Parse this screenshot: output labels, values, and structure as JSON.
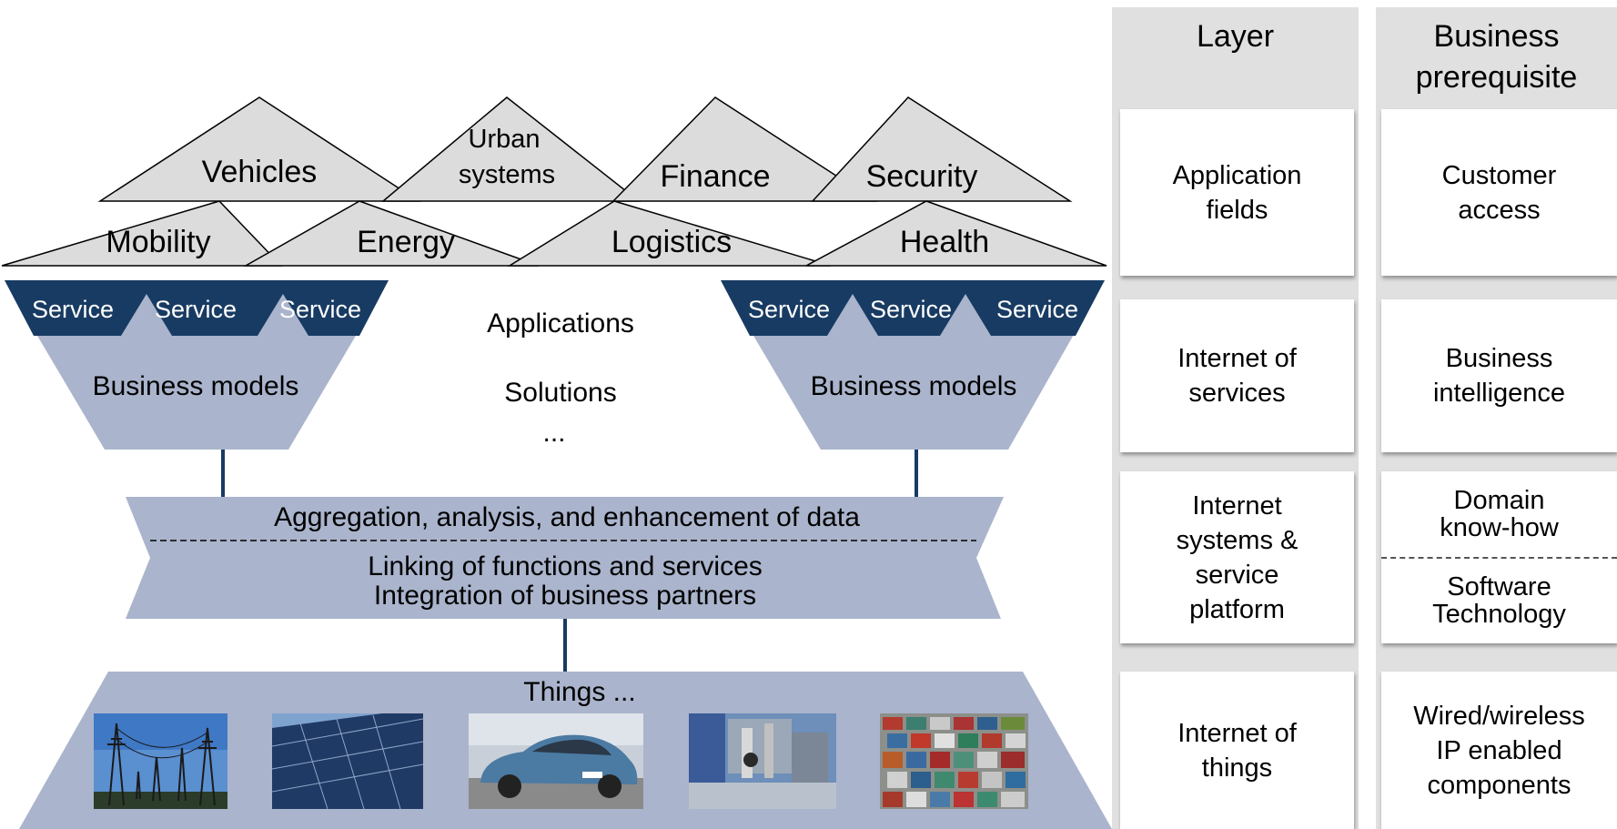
{
  "colors": {
    "triangle_fill": "#dcdcdc",
    "navy": "#183b63",
    "slate_blue": "#aab4cc",
    "column_bg": "#e0e0e0",
    "connector": "#183b63"
  },
  "application_fields": [
    "Vehicles",
    "Urban systems",
    "Finance",
    "Security",
    "Mobility",
    "Energy",
    "Logistics",
    "Health"
  ],
  "left_model": {
    "services": [
      "Service",
      "Service",
      "Service"
    ],
    "label": "Business models"
  },
  "right_model": {
    "services": [
      "Service",
      "Service",
      "Service"
    ],
    "label": "Business models"
  },
  "center": {
    "applications": "Applications",
    "solutions": "Solutions",
    "ellipsis": "..."
  },
  "platform": {
    "top": "Aggregation, analysis, and enhancement of data",
    "bottom_line1": "Linking of functions and services",
    "bottom_line2": "Integration of business partners"
  },
  "things": {
    "title": "Things ...",
    "photos": [
      "power-lines-photo",
      "solar-panels-photo",
      "car-photo",
      "factory-robot-photo",
      "shipping-containers-photo"
    ]
  },
  "layer_column": {
    "header": "Layer",
    "cards": [
      "Application\nfields",
      "Internet of\nservices",
      "Internet\nsystems &\nservice\nplatform",
      "Internet of\nthings"
    ]
  },
  "prereq_column": {
    "header": "Business\nprerequisite",
    "cards": [
      "Customer\naccess",
      "Business\nintelligence",
      "Wired/wireless\nIP enabled\ncomponents"
    ],
    "split_card": {
      "top": "Domain\nknow-how",
      "bottom": "Software\nTechnology"
    }
  }
}
